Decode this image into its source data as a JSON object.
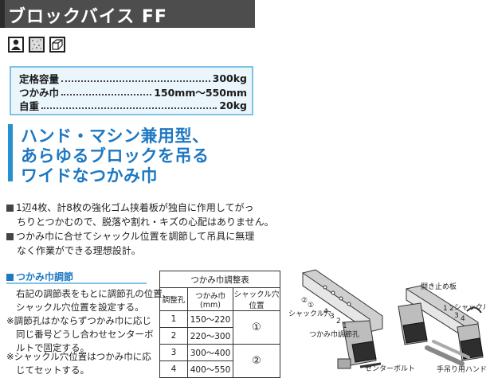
{
  "title": "ブロックバイス FF",
  "icons": [
    "person-icon",
    "concrete-block-icon",
    "cube-icon"
  ],
  "specs": [
    {
      "label": "定格容量",
      "value": "300kg"
    },
    {
      "label": "つかみ巾",
      "value": "150mm〜550mm"
    },
    {
      "label": "自重",
      "value": "20kg"
    }
  ],
  "headline": [
    "ハンド・マシン兼用型、",
    "あらゆるブロックを吊る",
    "ワイドなつかみ巾"
  ],
  "bullets": [
    [
      "1辺4枚、計8枚の強化ゴム挟着板が独自に作用してがっ",
      "ちりとつかむので、脱落や割れ・キズの心配はありません。"
    ],
    [
      "つかみ巾に合せてシャックル位置を調節して吊具に無理",
      "なく作業ができる理想設計。"
    ]
  ],
  "section": {
    "title": "つかみ巾調節",
    "intro": [
      "右記の調節表をもとに調節孔の位置、",
      "シャックル穴位置を設定する。"
    ],
    "notes": [
      [
        "※調節孔はかならずつかみ巾に応じ",
        "同じ番号どうし合わせセンターボ",
        "ルトで固定する。"
      ],
      [
        "※シャックル穴位置はつかみ巾に応",
        "じてセットする。"
      ]
    ]
  },
  "table": {
    "caption": "つかみ巾調整表",
    "headers": [
      "調整孔",
      "つかみ巾(mm)",
      "シャックル穴位置"
    ],
    "rows": [
      {
        "hole": "1",
        "range": "150〜220"
      },
      {
        "hole": "2",
        "range": "220〜300"
      },
      {
        "hole": "3",
        "range": "300〜400"
      },
      {
        "hole": "4",
        "range": "400〜550"
      }
    ],
    "shackle_groups": [
      "①",
      "②"
    ]
  },
  "diagram": {
    "labels": {
      "opening_plate": "開き止め板",
      "shackle": "シャックル",
      "shackle_hole": "シャックル穴",
      "adjust_hole": "つかみ巾調節孔",
      "center_bolt": "センターボルト",
      "handle": "手吊り用ハンドル",
      "circle1": "①",
      "circle2": "②",
      "n1": "1",
      "n2": "2",
      "n3": "3",
      "n4": "4"
    }
  }
}
